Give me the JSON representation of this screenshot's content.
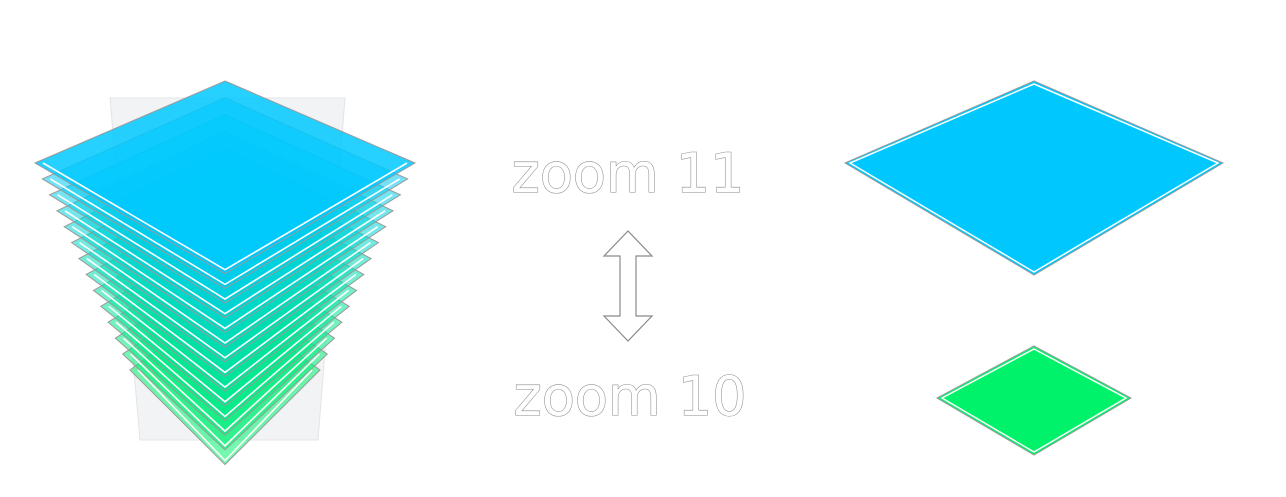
{
  "labels": {
    "top": "zoom 11",
    "bottom": "zoom 10"
  },
  "stack": {
    "layer_count": 14
  },
  "colors": {
    "high_zoom": "#00c8ff",
    "low_zoom": "#00f26a",
    "outline": "#9a9a9a",
    "arrow_stroke": "#8a8a8a",
    "plate_edge": "#ffffff"
  },
  "icons": {
    "arrow": "double-vertical-arrow-icon"
  }
}
